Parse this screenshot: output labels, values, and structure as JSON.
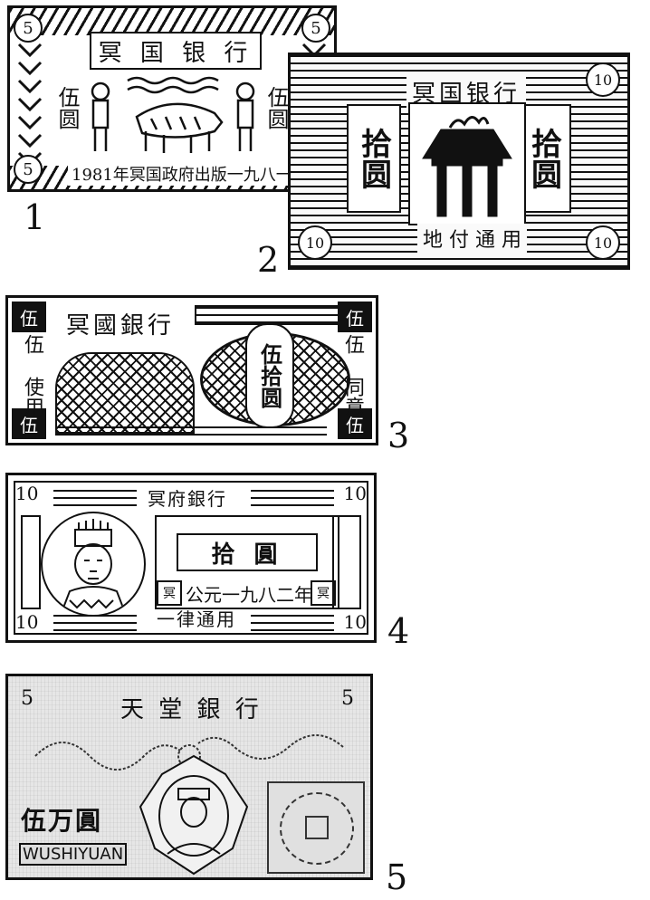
{
  "figure_numbers": [
    "1",
    "2",
    "3",
    "4",
    "5"
  ],
  "note1": {
    "bank_name": "冥 国 银 行",
    "left_denomination": "伍圆",
    "right_denomination": "伍圆",
    "corner_value": "5",
    "bottom_text": "1981年冥国政府出版一九八一"
  },
  "note2": {
    "bank_name": "冥国银行",
    "left_denomination": "拾圆",
    "right_denomination": "拾圆",
    "corner_value": "10",
    "bottom_text": "地 付 通 用"
  },
  "note3": {
    "bank_name": "冥國銀行",
    "left_vertical": "伍 使用",
    "right_vertical": "伍 同意",
    "center_denomination": "伍拾圆",
    "corner_value": "伍"
  },
  "note4": {
    "bank_name": "冥府銀行",
    "denomination": "拾 圓",
    "date_text": "公元一九八二年",
    "footer_text": "一律通用",
    "corner_value": "10",
    "left_seal": "冥",
    "right_seal": "冥"
  },
  "note5": {
    "bank_name": "天 堂 銀 行",
    "denomination": "伍万圓",
    "latin_text": "WUSHIYUAN",
    "corner_value": "5"
  }
}
